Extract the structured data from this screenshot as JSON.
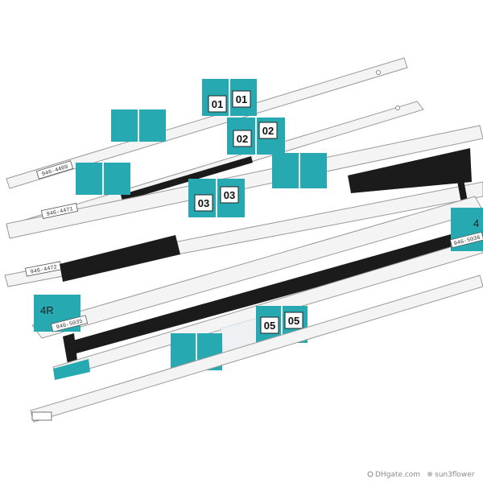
{
  "colors": {
    "background": "#ffffff",
    "strip": "#f4f4f4",
    "strip_edge": "#9a9a9a",
    "adhesive": "#1b1b1b",
    "tab": "#27a9b1",
    "tab_dark": "#1e959c",
    "label_bg": "#ffffff"
  },
  "strips": [
    {
      "part_no": "946-4469",
      "tabs": [
        "01",
        "01"
      ]
    },
    {
      "part_no": "",
      "tabs": [
        "02",
        "02"
      ]
    },
    {
      "part_no": "946-4471",
      "tabs": [
        "03",
        "03"
      ]
    },
    {
      "part_no": "946-4472",
      "tabs": []
    },
    {
      "part_no": "946-5035",
      "tabs": [
        "4R"
      ]
    },
    {
      "part_no": "946-5036",
      "tabs": [
        "4"
      ]
    },
    {
      "part_no": "",
      "tabs": [
        "05",
        "05"
      ]
    }
  ],
  "watermark": {
    "site": "DHgate.com",
    "store": "sun3flower"
  }
}
